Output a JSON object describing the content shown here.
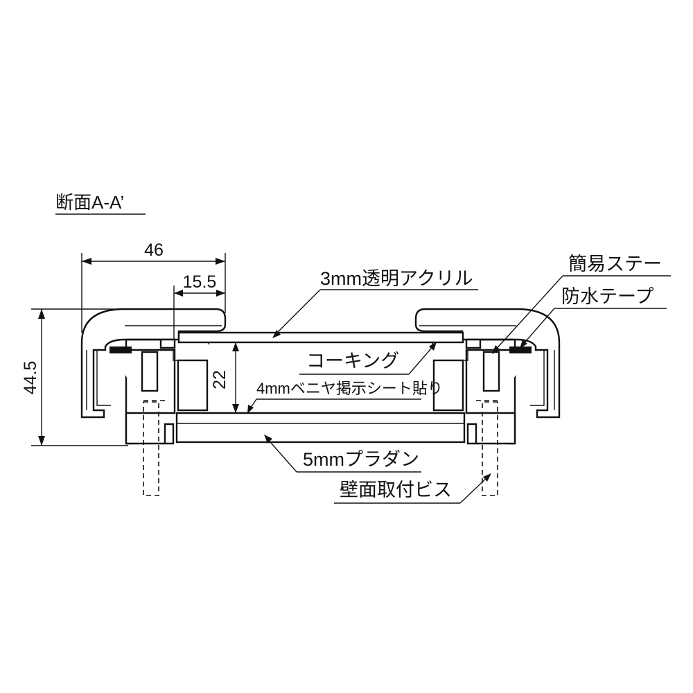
{
  "title": "断面A-A’",
  "dimensions": {
    "overall_width": "46",
    "lip_width": "15.5",
    "overall_height": "44.5",
    "inner_depth": "22"
  },
  "callouts": {
    "acrylic": "3mm透明アクリル",
    "stay": "簡易ステー",
    "waterproof_tape": "防水テープ",
    "caulking": "コーキング",
    "veneer": "4mmベニヤ掲示シート貼り",
    "pladan": "5mmプラダン",
    "wall_screw": "壁面取付ビス"
  }
}
